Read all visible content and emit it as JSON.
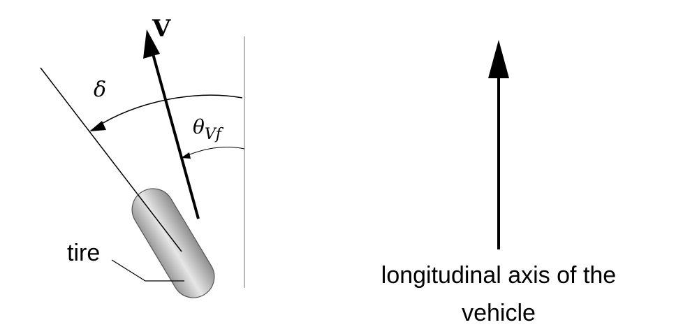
{
  "labels": {
    "velocity": "V",
    "steer_angle": "δ",
    "slip_angle": "θ",
    "slip_angle_subscript": "Vf",
    "tire": "tire",
    "axis_line1": "longitudinal axis of the",
    "axis_line2": "vehicle"
  },
  "colors": {
    "line": "#000000",
    "tire_fill_light": "#e6e6e6",
    "tire_fill_dark": "#9a9a9a",
    "guide_line": "#9a9a9a"
  }
}
